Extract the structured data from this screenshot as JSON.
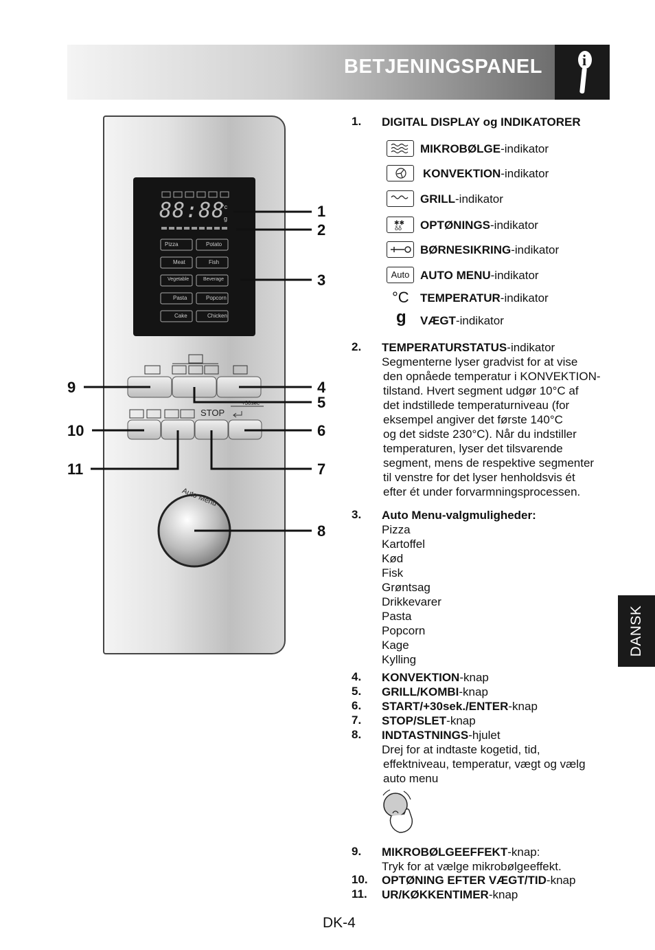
{
  "header": {
    "title": "BETJENINGSPANEL"
  },
  "sidetab": {
    "label": "DANSK"
  },
  "panel": {
    "display_digits": "88:88",
    "display_units": [
      "°c",
      "g"
    ],
    "menu_items": [
      "Pizza",
      "Potato",
      "Meat",
      "Fish",
      "Vegetable",
      "Beverage",
      "Pasta",
      "Popcorn",
      "Cake",
      "Chicken"
    ],
    "stop_label": "STOP",
    "plus30_label": "+30sec",
    "dial_label": "Auto Menu",
    "callouts": [
      "1",
      "2",
      "3",
      "4",
      "5",
      "6",
      "7",
      "8",
      "9",
      "10",
      "11"
    ]
  },
  "section1": {
    "num": "1.",
    "heading": "DIGITAL DISPLAY og INDIKATORER",
    "indicators": [
      {
        "icon": "microwave-icon",
        "bold": "MIKROBØLGE",
        "rest": "-indikator"
      },
      {
        "icon": "convection-icon",
        "bold": "KONVEKTION",
        "rest": "-indikator"
      },
      {
        "icon": "grill-icon",
        "bold": "GRILL",
        "rest": "-indikator"
      },
      {
        "icon": "defrost-icon",
        "bold": "OPTØNINGS",
        "rest": "-indikator"
      },
      {
        "icon": "child-lock-icon",
        "bold": "BØRNESIKRING",
        "rest": "-indikator"
      },
      {
        "icon": "auto-icon",
        "bold": "AUTO MENU",
        "rest": "-indikator",
        "box_text": "Auto"
      },
      {
        "icon": "celsius-icon",
        "bold": "TEMPERATUR",
        "rest": "-indikator",
        "symbol": "°C"
      },
      {
        "icon": "gram-icon",
        "bold": "VÆGT",
        "rest": "-indikator",
        "symbol": "g"
      }
    ]
  },
  "section2": {
    "num": "2.",
    "bold": "TEMPERATURSTATUS",
    "rest": "-indikator",
    "lines": [
      "Segmenterne lyser gradvist for at vise",
      "den opnåede temperatur i KONVEKTION-",
      "tilstand. Hvert segment udgør 10°C af",
      "det indstillede temperaturniveau (for",
      "eksempel angiver det første 140°C",
      "og det sidste 230°C). Når du indstiller",
      "temperaturen, lyser det tilsvarende",
      "segment, mens de respektive segmenter",
      "til venstre for det lyser henholdsvis ét",
      "efter ét under forvarmningsprocessen."
    ]
  },
  "section3": {
    "num": "3.",
    "heading": "Auto Menu-valgmuligheder:",
    "items": [
      "Pizza",
      "Kartoffel",
      "Kød",
      "Fisk",
      "Grøntsag",
      "Drikkevarer",
      "Pasta",
      "Popcorn",
      "Kage",
      "Kylling"
    ]
  },
  "items4to8": [
    {
      "num": "4.",
      "bold": "KONVEKTION",
      "rest": "-knap"
    },
    {
      "num": "5.",
      "bold": "GRILL/KOMBI",
      "rest": "-knap"
    },
    {
      "num": "6.",
      "bold": "START/+30sek./ENTER",
      "rest": "-knap"
    },
    {
      "num": "7.",
      "bold": "STOP/SLET",
      "rest": "-knap"
    },
    {
      "num": "8.",
      "bold": "INDTASTNINGS",
      "rest": "-hjulet"
    }
  ],
  "item8_desc": [
    "Drej for at indtaste kogetid, tid,",
    "effektniveau, temperatur, vægt og vælg",
    "auto menu"
  ],
  "items9to11": [
    {
      "num": "9.",
      "bold": "MIKROBØLGEEFFEKT",
      "rest": "-knap:"
    },
    {
      "num": "10.",
      "bold": "OPTØNING EFTER VÆGT/TID",
      "rest": "-knap"
    },
    {
      "num": "11.",
      "bold": "UR/KØKKENTIMER",
      "rest": "-knap"
    }
  ],
  "item9_desc": "Tryk for at vælge mikrobølgeeffekt.",
  "page_number": "DK-4"
}
